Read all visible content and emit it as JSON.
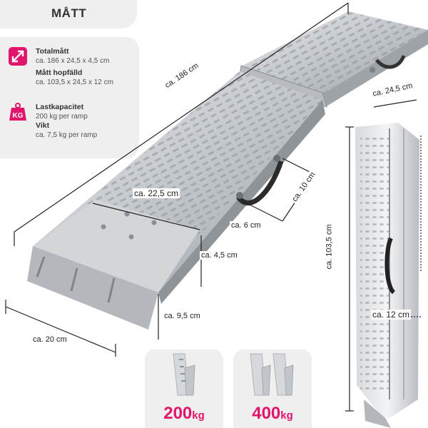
{
  "title": "MÅTT",
  "specs": [
    {
      "label": "Totalmått",
      "value": "ca. 186 x 24,5 x 4,5 cm"
    },
    {
      "label": "Mått hopfälld",
      "value": "ca. 103,5 x 24,5 x 12 cm"
    },
    {
      "label": "Lastkapacitet",
      "value": "200 kg per ramp"
    },
    {
      "label": "Vikt",
      "value": "ca. 7,5 kg per ramp"
    }
  ],
  "icons": {
    "size": "resize-arrows-icon",
    "weight": "kg-weight-icon",
    "weight_text": "KG"
  },
  "dimensions": {
    "length": "ca. 186 cm",
    "inner_width": "ca. 22,5 cm",
    "handle_depth": "ca. 10 cm",
    "handle_offset": "ca. 6 cm",
    "thickness": "ca. 4,5 cm",
    "foot_length": "ca. 9,5 cm",
    "outer_width": "ca. 20 cm",
    "folded_width": "ca. 24,5 cm",
    "folded_length": "ca. 103,5 cm",
    "folded_thickness": "ca. 12 cm"
  },
  "capacity": [
    {
      "number": "200",
      "unit": "kg"
    },
    {
      "number": "400",
      "unit": "kg"
    }
  ],
  "colors": {
    "accent": "#e0156b",
    "panel": "#efefef",
    "metal": "#c9cdd1"
  }
}
